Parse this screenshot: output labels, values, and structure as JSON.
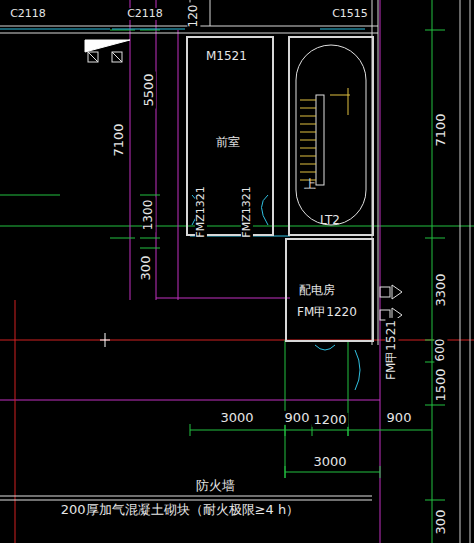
{
  "diagram": {
    "nodes": [
      {
        "text": [
          "M1521",
          "前室"
        ]
      },
      {
        "text": [
          "上",
          "LT2"
        ]
      },
      {
        "text": [
          "配电房",
          "FM甲1220"
        ]
      }
    ],
    "labels": [
      "C2118",
      "C2118",
      "120",
      "C1515",
      "7100",
      "5500",
      "1300",
      "300",
      "FMZ1321",
      "FMZ1321",
      "7100",
      "3300",
      "FM甲1521",
      "600",
      "1500",
      "300",
      "3000",
      "900",
      "1200",
      "900",
      "3000",
      "防火墙",
      "200厚加气混凝土砌块（耐火极限≥4 h）"
    ]
  }
}
